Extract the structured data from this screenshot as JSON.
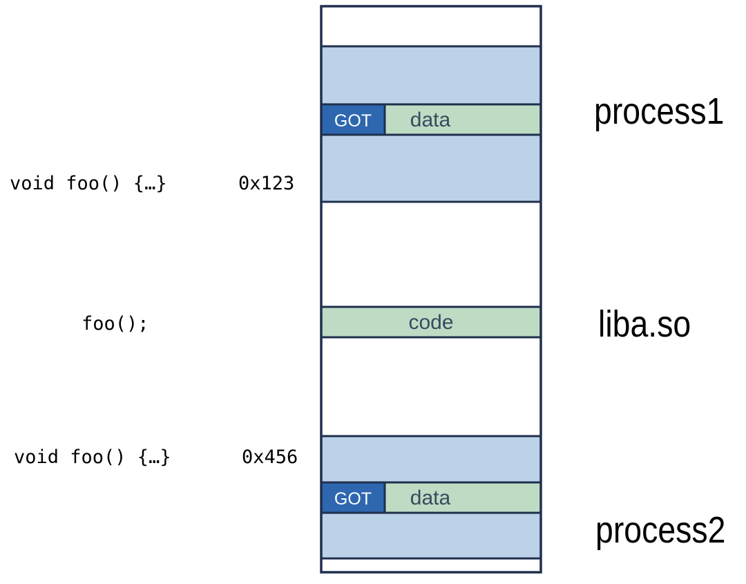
{
  "left_code": {
    "p1_function": "void foo() {…}",
    "p1_address": "0x123",
    "call": "foo();",
    "p2_function": "void foo() {…}",
    "p2_address": "0x456"
  },
  "memory": {
    "p1_got": "GOT",
    "p1_data": "data",
    "lib_code": "code",
    "p2_got": "GOT",
    "p2_data": "data"
  },
  "right_labels": {
    "process1": "process1",
    "library": "liba.so",
    "process2": "process2"
  },
  "colors": {
    "frame": "#1f2f4d",
    "process_region": "#bcd2e8",
    "got_cell": "#2e67b0",
    "data_cell": "#bedcc4",
    "code_cell": "#bedcc4"
  }
}
